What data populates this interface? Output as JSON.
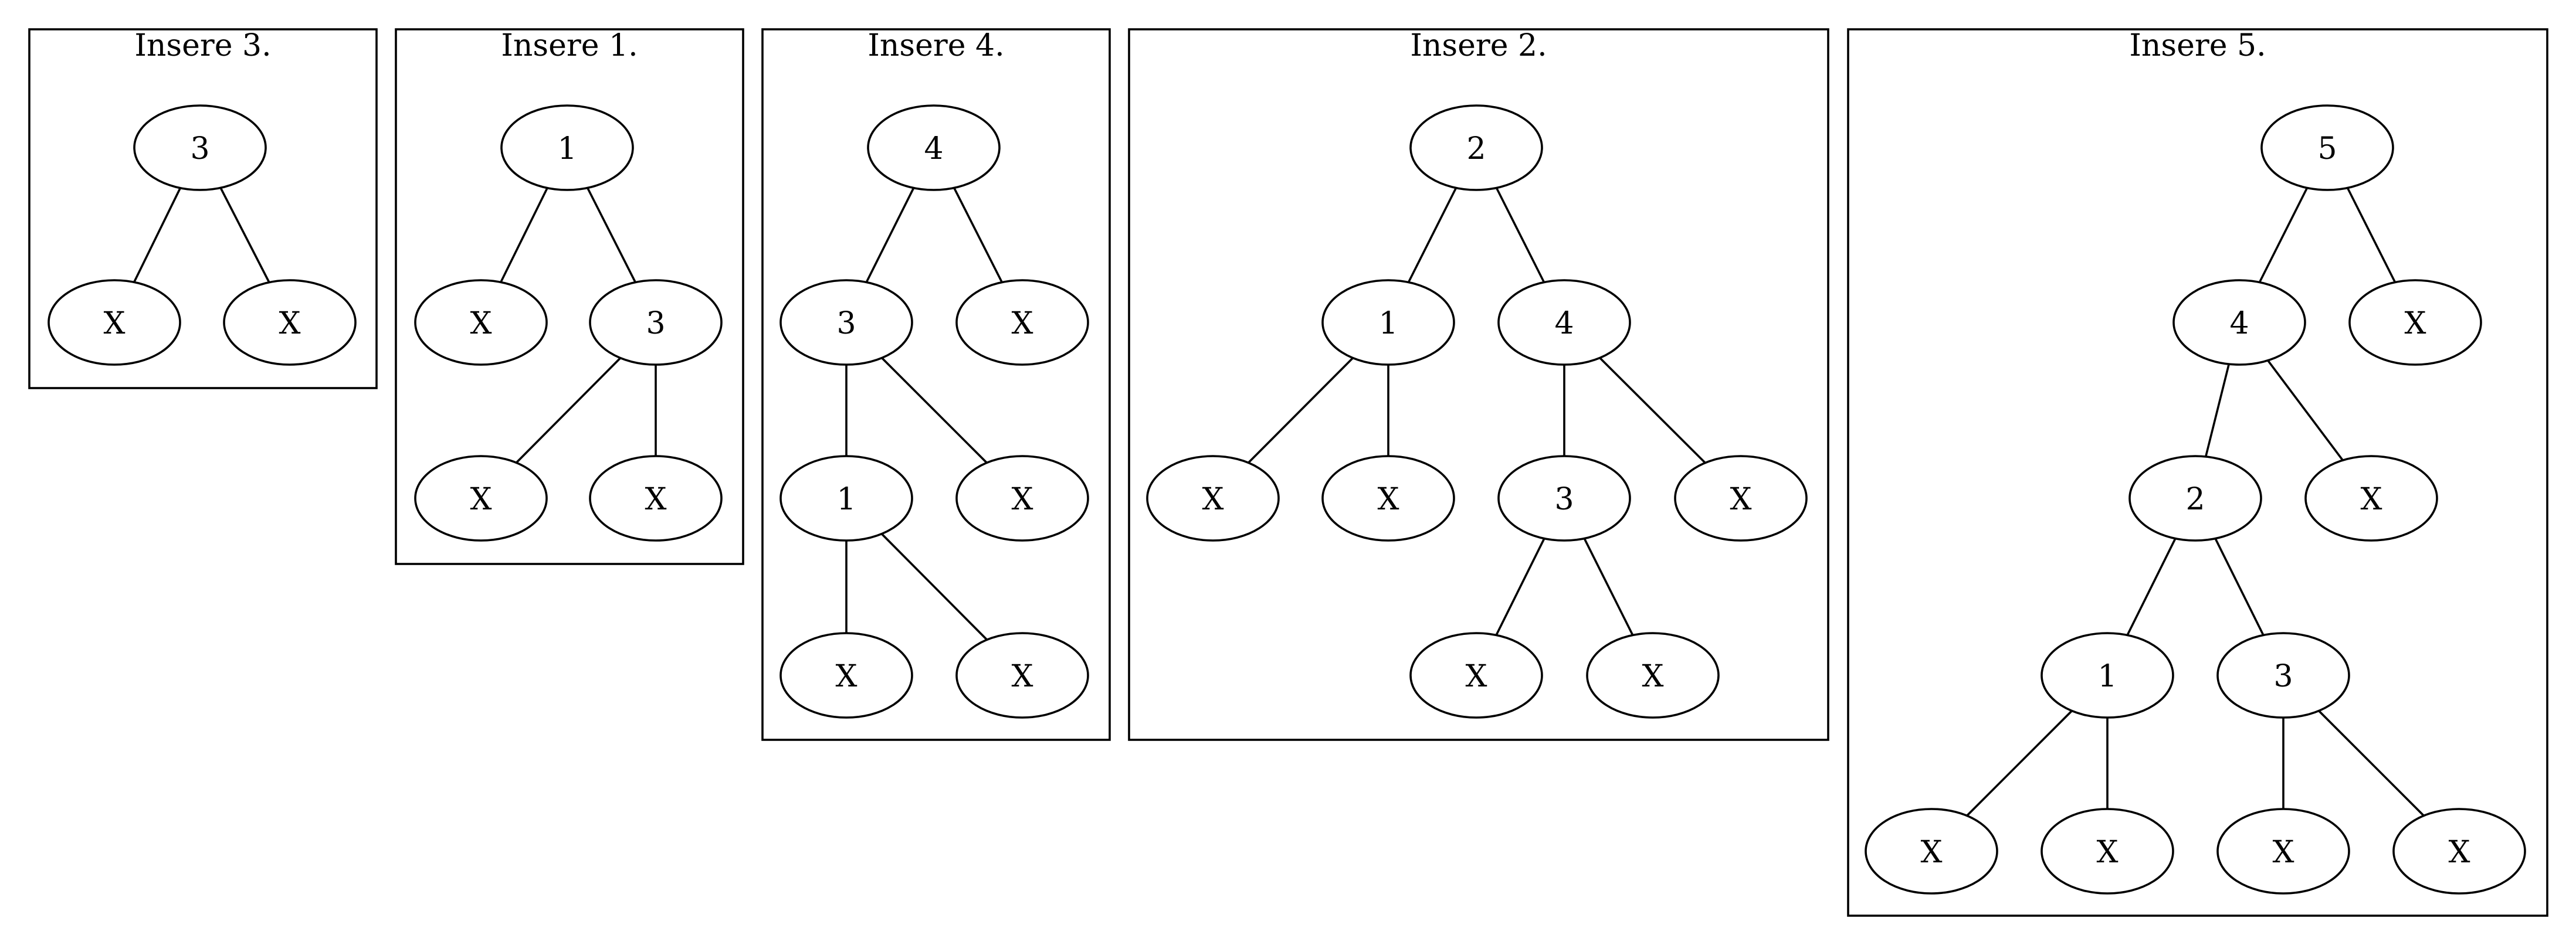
{
  "panels": [
    {
      "title": "Insere 3.",
      "nodes": [
        {
          "id": "a",
          "label": "3"
        },
        {
          "id": "b",
          "label": "X"
        },
        {
          "id": "c",
          "label": "X"
        }
      ],
      "edges": [
        [
          "a",
          "b"
        ],
        [
          "a",
          "c"
        ]
      ]
    },
    {
      "title": "Insere 1.",
      "nodes": [
        {
          "id": "a",
          "label": "1"
        },
        {
          "id": "b",
          "label": "X"
        },
        {
          "id": "c",
          "label": "3"
        },
        {
          "id": "d",
          "label": "X"
        },
        {
          "id": "e",
          "label": "X"
        }
      ],
      "edges": [
        [
          "a",
          "b"
        ],
        [
          "a",
          "c"
        ],
        [
          "c",
          "d"
        ],
        [
          "c",
          "e"
        ]
      ]
    },
    {
      "title": "Insere 4.",
      "nodes": [
        {
          "id": "a",
          "label": "4"
        },
        {
          "id": "b",
          "label": "3"
        },
        {
          "id": "c",
          "label": "X"
        },
        {
          "id": "d",
          "label": "1"
        },
        {
          "id": "e",
          "label": "X"
        },
        {
          "id": "f",
          "label": "X"
        },
        {
          "id": "g",
          "label": "X"
        }
      ],
      "edges": [
        [
          "a",
          "b"
        ],
        [
          "a",
          "c"
        ],
        [
          "b",
          "d"
        ],
        [
          "b",
          "e"
        ],
        [
          "d",
          "f"
        ],
        [
          "d",
          "g"
        ]
      ]
    },
    {
      "title": "Insere 2.",
      "nodes": [
        {
          "id": "a",
          "label": "2"
        },
        {
          "id": "b",
          "label": "1"
        },
        {
          "id": "c",
          "label": "4"
        },
        {
          "id": "d",
          "label": "X"
        },
        {
          "id": "e",
          "label": "X"
        },
        {
          "id": "f",
          "label": "3"
        },
        {
          "id": "g",
          "label": "X"
        },
        {
          "id": "h",
          "label": "X"
        },
        {
          "id": "i",
          "label": "X"
        }
      ],
      "edges": [
        [
          "a",
          "b"
        ],
        [
          "a",
          "c"
        ],
        [
          "b",
          "d"
        ],
        [
          "b",
          "e"
        ],
        [
          "c",
          "f"
        ],
        [
          "c",
          "g"
        ],
        [
          "f",
          "h"
        ],
        [
          "f",
          "i"
        ]
      ]
    },
    {
      "title": "Insere 5.",
      "nodes": [
        {
          "id": "a",
          "label": "5"
        },
        {
          "id": "b",
          "label": "4"
        },
        {
          "id": "c",
          "label": "X"
        },
        {
          "id": "d",
          "label": "2"
        },
        {
          "id": "e",
          "label": "X"
        },
        {
          "id": "f",
          "label": "1"
        },
        {
          "id": "g",
          "label": "3"
        },
        {
          "id": "h",
          "label": "X"
        },
        {
          "id": "i",
          "label": "X"
        },
        {
          "id": "j",
          "label": "X"
        },
        {
          "id": "k",
          "label": "X"
        }
      ],
      "edges": [
        [
          "a",
          "b"
        ],
        [
          "a",
          "c"
        ],
        [
          "b",
          "d"
        ],
        [
          "b",
          "e"
        ],
        [
          "d",
          "f"
        ],
        [
          "d",
          "g"
        ],
        [
          "f",
          "h"
        ],
        [
          "f",
          "i"
        ],
        [
          "g",
          "j"
        ],
        [
          "g",
          "k"
        ]
      ]
    }
  ]
}
